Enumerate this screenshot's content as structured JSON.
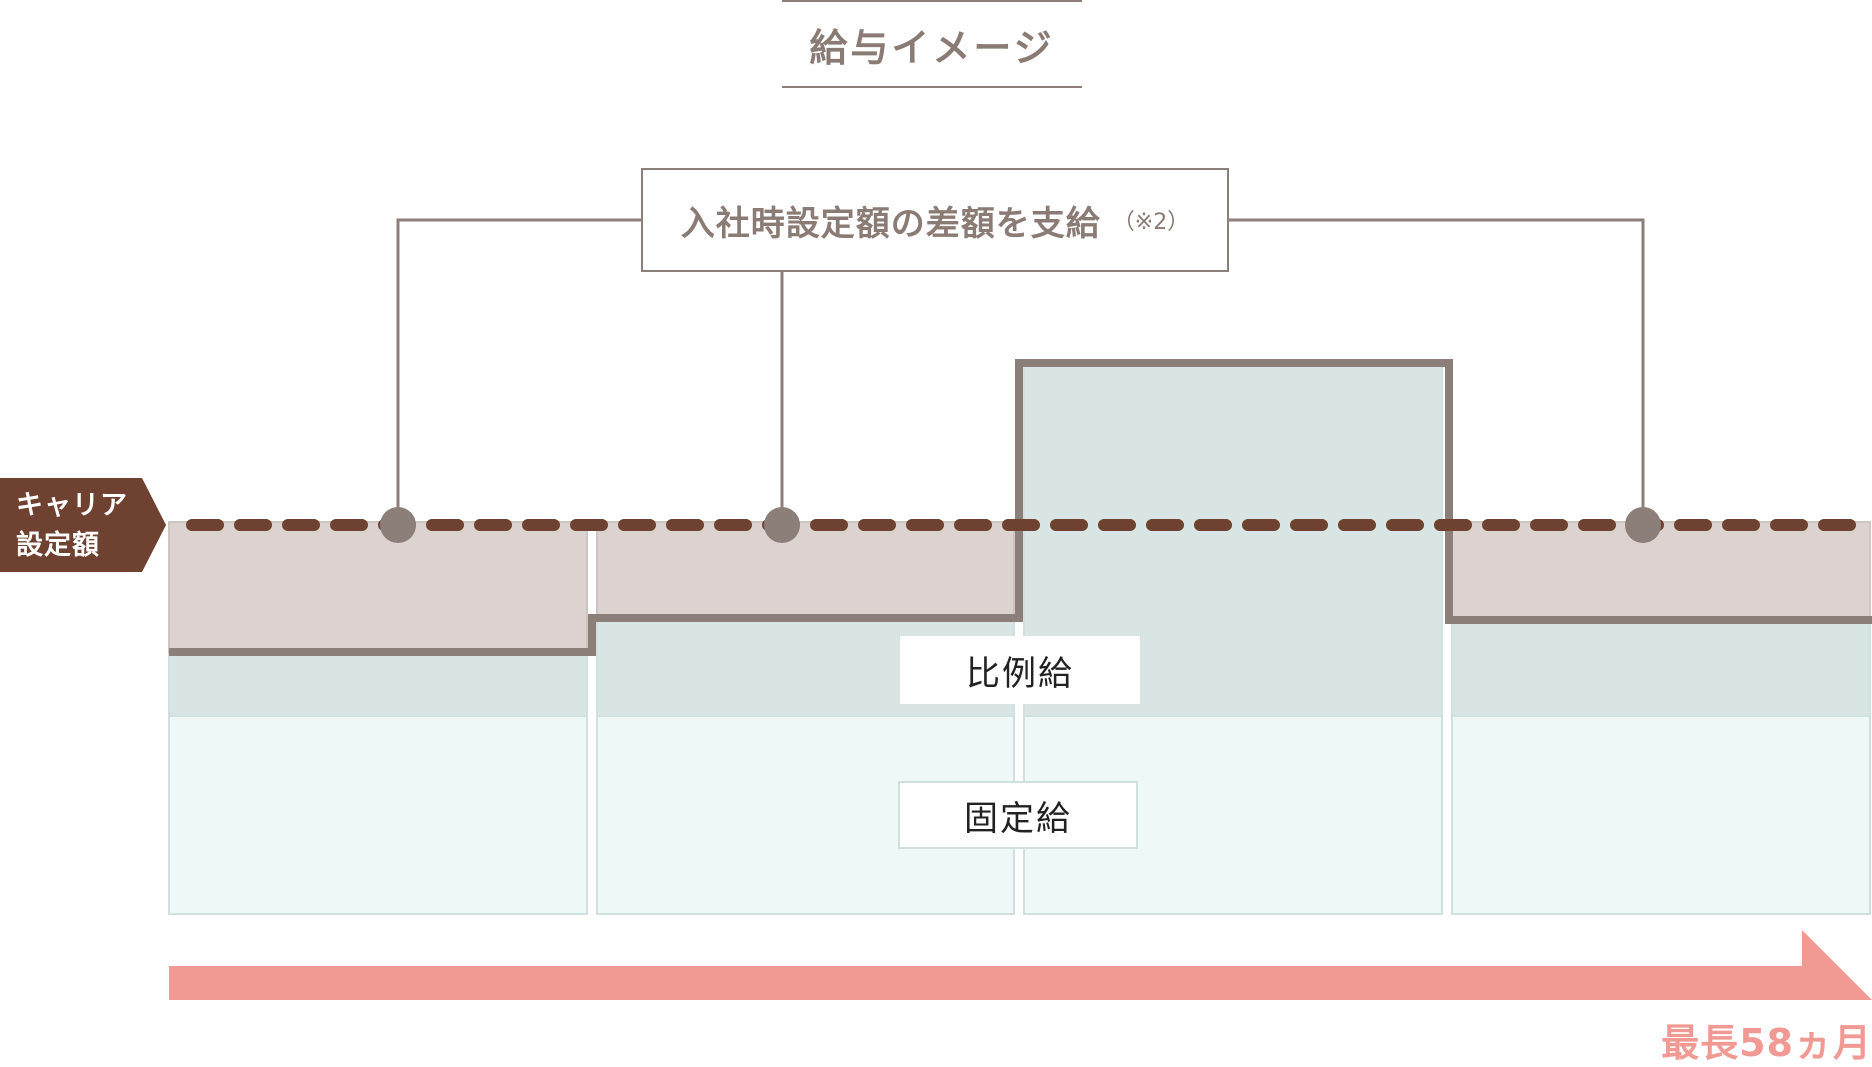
{
  "title": "給与イメージ",
  "callout": {
    "text": "入社時設定額の差額を支給",
    "note": "（※2）"
  },
  "career_label": {
    "line1": "キャリア",
    "line2": "設定額"
  },
  "labels": {
    "proportional": "比例給",
    "fixed": "固定給"
  },
  "duration": "最長58ヵ月",
  "periods": [
    {
      "proportional_level": "below-career",
      "gap_paid": true
    },
    {
      "proportional_level": "below-career",
      "gap_paid": true
    },
    {
      "proportional_level": "above-career",
      "gap_paid": false
    },
    {
      "proportional_level": "below-career",
      "gap_paid": true
    }
  ],
  "colors": {
    "fixed_fill": "#eef8f7",
    "proportional_fill": "#d9e5e4",
    "difference_fill": "#dcd2cf",
    "salary_line": "#8c7e78",
    "career_line": "#6e4130",
    "marker": "#8c7e78",
    "arrow": "#f19a93",
    "title_text": "#8a7b74"
  },
  "icons": {
    "career_badge": "arrow-tag-icon",
    "timeline": "right-arrow-icon",
    "marker": "circle-dot-icon"
  }
}
